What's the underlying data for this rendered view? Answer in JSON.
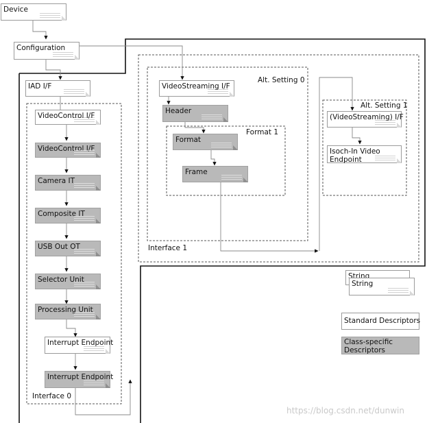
{
  "descriptors": {
    "device": "Device",
    "configuration": "Configuration",
    "iad": "IAD I/F",
    "vc_interface": "VideoControl I/F",
    "vc_class": "VideoControl I/F",
    "camera_it": "Camera IT",
    "composite_it": "Composite IT",
    "usb_out_ot": "USB Out OT",
    "selector_unit": "Selector Unit",
    "processing_unit": "Processing Unit",
    "interrupt_ep_std": "Interrupt Endpoint",
    "interrupt_ep_class": "Interrupt Endpoint",
    "vs_interface": "VideoStreaming I/F",
    "header": "Header",
    "format": "Format",
    "frame": "Frame",
    "vs_alt1_interface": "(VideoStreaming) I/F",
    "isoch_in_ep": [
      "Isoch-In Video",
      "Endpoint"
    ]
  },
  "groups": {
    "interface0": "Interface 0",
    "interface1": "Interface 1",
    "alt_setting0": "Alt. Setting 0",
    "alt_setting1": "Alt. Setting 1",
    "format1": "Format 1"
  },
  "legend": {
    "string_back": "String",
    "string_front": "String",
    "standard": "Standard Descriptors",
    "class_specific": [
      "Class-specific",
      "Descriptors"
    ]
  },
  "watermark": "https://blog.csdn.net/dunwin",
  "colors": {
    "standard_fill": "#ffffff",
    "class_fill": "#b9b9b9",
    "outline": "#111111",
    "dashed": "#555555"
  }
}
